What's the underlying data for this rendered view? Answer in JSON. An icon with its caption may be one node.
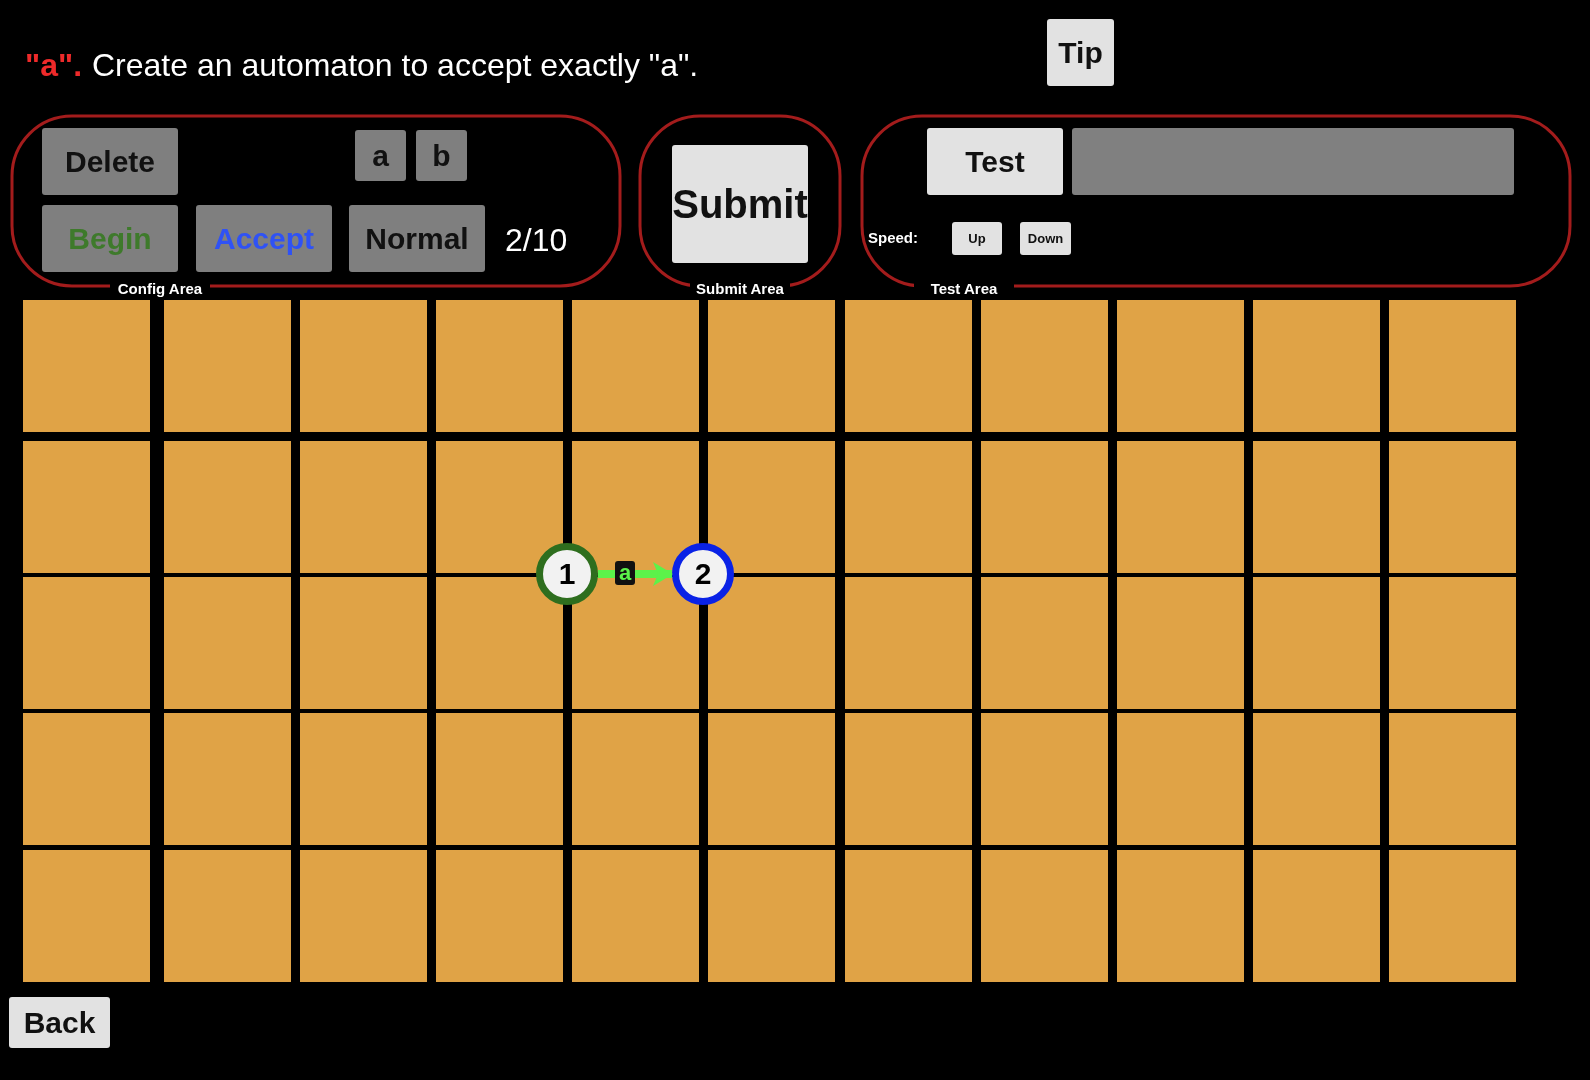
{
  "diagram": {
    "nodes": [
      {
        "text": [
          "Config Area"
        ]
      },
      {
        "text": [
          "Delete"
        ],
        "in": 0
      },
      {
        "text": [
          "a"
        ],
        "in": 0
      },
      {
        "text": [
          "b"
        ],
        "in": 0
      },
      {
        "text": [
          "Begin"
        ],
        "in": 0
      },
      {
        "text": [
          "Accept"
        ],
        "in": 0
      },
      {
        "text": [
          "Normal"
        ],
        "in": 0
      },
      {
        "text": [
          "Submit Area"
        ]
      },
      {
        "text": [
          "Submit"
        ],
        "in": 7
      },
      {
        "text": [
          "Test Area"
        ]
      },
      {
        "text": [
          "Test"
        ],
        "in": 9
      },
      {
        "text": [],
        "shape": "bar",
        "in": 9
      },
      {
        "text": [
          "Up"
        ],
        "in": 9
      },
      {
        "text": [
          "Down"
        ],
        "in": 9
      },
      {
        "text": [
          "Tip"
        ]
      },
      {
        "text": [
          "Back"
        ]
      },
      {
        "text": [
          "1"
        ]
      },
      {
        "text": [
          "2"
        ]
      }
    ],
    "edges": [
      {
        "from": 16,
        "to": 17,
        "arrow": "to",
        "label": "a",
        "color": "#5cf24a"
      }
    ],
    "labels": [
      "\"a\".",
      "Create an automaton to accept exactly \"a\".",
      "2/10",
      "Speed:"
    ]
  }
}
